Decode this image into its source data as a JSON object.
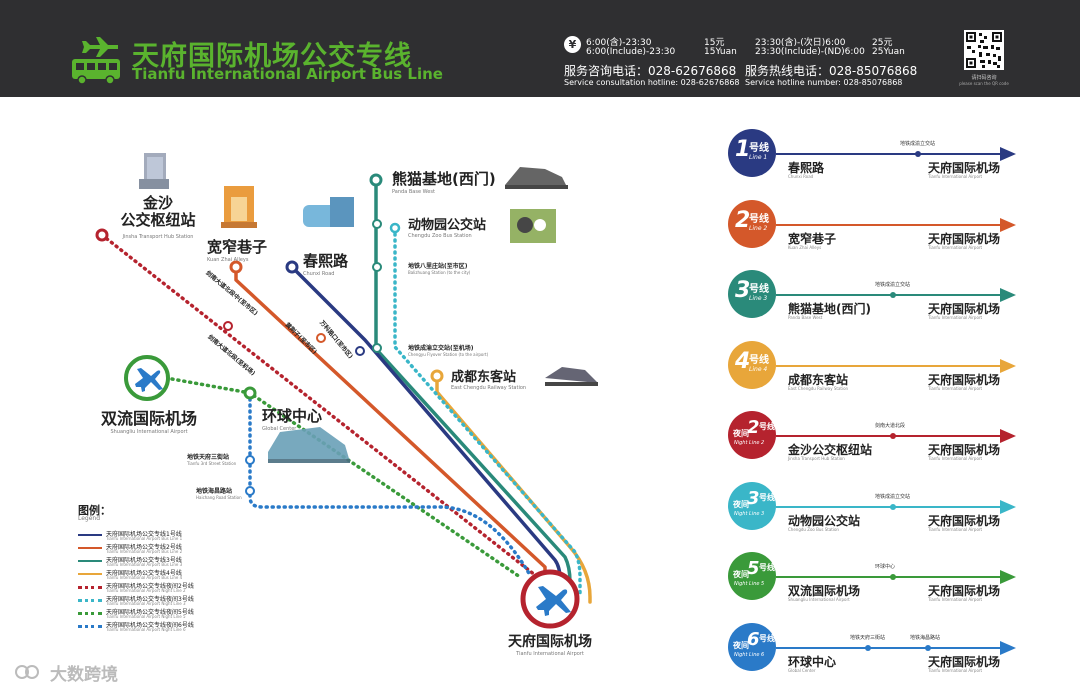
{
  "header": {
    "title_zh": "天府国际机场公交专线",
    "title_en": "Tianfu International Airport Bus Line",
    "yen_symbol": "¥",
    "fares": {
      "day_time_zh": "6:00(含)-23:30",
      "day_time_en": "6:00(Include)-23:30",
      "day_price_zh": "15元",
      "day_price_en": "15Yuan",
      "night_time_zh": "23:30(含)-(次日)6:00",
      "night_time_en": "23:30(Include)-(ND)6:00",
      "night_price_zh": "25元",
      "night_price_en": "25Yuan"
    },
    "consult_zh": "服务咨询电话：028-62676868",
    "consult_en": "Service consultation hotline: 028-62676868",
    "hotline_zh": "服务热线电话：028-85076868",
    "hotline_en": "Service hotline number: 028-85076868",
    "qr_caption": "请扫码咨询",
    "qr_caption_en": "please scan the QR code"
  },
  "map": {
    "stations": {
      "jinsha_zh": "金沙\n公交枢纽站",
      "jinsha_en": "Jinsha Transport Hub Station",
      "kuanzhai_zh": "宽窄巷子",
      "kuanzhai_en": "Kuan Zhai Alleys",
      "chunxi_zh": "春熙路",
      "chunxi_en": "Chunxi Road",
      "panda_zh": "熊猫基地(西门)",
      "panda_en": "Panda Base West",
      "zoo_zh": "动物园公交站",
      "zoo_en": "Chengdu Zoo Bus Station",
      "balizhuang_zh": "地铁八里庄站(至市区)",
      "balizhuang_en": "Balizhuang Station (to the city)",
      "chengyu_zh": "地铁成渝立交站(至机场)",
      "chengyu_en": "Chengyu Flyover Station (to the airport)",
      "east_zh": "成都东客站",
      "east_en": "East Chengdu Railway Station",
      "wanda_zh": "万科路口(至市区)",
      "wanda_en": "Wanke Road Intersection (to the city)",
      "huangjinzi_zh": "黄荆子(至市区)",
      "huangjinzi_en": "Huangjingzi (to the city)",
      "jiannan_mid_zh": "剑南大道北段中(至市区)",
      "jiannan_mid_en": "Middle Jiannan Avenue North (to the city)",
      "jiannan_n_zh": "剑南大道北段(至机场)",
      "jiannan_n_en": "Jiannan Avenue North (to the airport)",
      "shuangliu_zh": "双流国际机场",
      "shuangliu_en": "Shuangliu International Airport",
      "global_zh": "环球中心",
      "global_en": "Global Center",
      "tianfu3_zh": "地铁天府三街站",
      "tianfu3_en": "Tianfu 3rd Street Station",
      "haichang_zh": "地铁海昌路站",
      "haichang_en": "Haichang Road Station",
      "tfu_zh": "天府国际机场",
      "tfu_en": "Tianfu International Airport"
    }
  },
  "legend": {
    "title_zh": "图例：",
    "title_en": "Legend",
    "items": [
      {
        "zh": "天府国际机场公交专线1号线",
        "en": "Tianfu International Airport Bus Line 1"
      },
      {
        "zh": "天府国际机场公交专线2号线",
        "en": "Tianfu International Airport Bus Line 2"
      },
      {
        "zh": "天府国际机场公交专线3号线",
        "en": "Tianfu International Airport Bus Line 3"
      },
      {
        "zh": "天府国际机场公交专线4号线",
        "en": "Tianfu International Airport Bus Line 4"
      },
      {
        "zh": "天府国际机场公交专线夜间2号线",
        "en": "Tianfu International Airport Night Line 2"
      },
      {
        "zh": "天府国际机场公交专线夜间3号线",
        "en": "Tianfu International Airport Night Line 3"
      },
      {
        "zh": "天府国际机场公交专线夜间5号线",
        "en": "Tianfu International Airport Night Line 5"
      },
      {
        "zh": "天府国际机场公交专线夜间6号线",
        "en": "Tianfu International Airport Night Line 6"
      }
    ]
  },
  "routes": [
    {
      "num": "1",
      "hx": "号线",
      "ln": "Line 1",
      "night": false,
      "night_zh": "",
      "color": "#2a3a82",
      "from_zh": "春熙路",
      "from_en": "Chunxi Road",
      "to_zh": "天府国际机场",
      "to_en": "Tianfu International Airport",
      "mid": [
        "地铁成渝立交站"
      ],
      "mid_pos": [
        190
      ]
    },
    {
      "num": "2",
      "hx": "号线",
      "ln": "Line 2",
      "night": false,
      "night_zh": "",
      "color": "#d4582a",
      "from_zh": "宽窄巷子",
      "from_en": "Kuan Zhai Alleys",
      "to_zh": "天府国际机场",
      "to_en": "Tianfu International Airport",
      "mid": [],
      "mid_pos": []
    },
    {
      "num": "3",
      "hx": "号线",
      "ln": "Line 3",
      "night": false,
      "night_zh": "",
      "color": "#2a8a7a",
      "from_zh": "熊猫基地(西门)",
      "from_en": "Panda Base West",
      "to_zh": "天府国际机场",
      "to_en": "Tianfu International Airport",
      "mid": [
        "地铁成渝立交站"
      ],
      "mid_pos": [
        165
      ]
    },
    {
      "num": "4",
      "hx": "号线",
      "ln": "Line 4",
      "night": false,
      "night_zh": "",
      "color": "#e8a63a",
      "from_zh": "成都东客站",
      "from_en": "East Chengdu Railway Station",
      "to_zh": "天府国际机场",
      "to_en": "Tianfu International Airport",
      "mid": [],
      "mid_pos": []
    },
    {
      "num": "2",
      "hx": "号线",
      "ln": "Night Line 2",
      "night": true,
      "night_zh": "夜间",
      "color": "#b5232e",
      "from_zh": "金沙公交枢纽站",
      "from_en": "Jinsha Transport Hub Station",
      "to_zh": "天府国际机场",
      "to_en": "Tianfu International Airport",
      "mid": [
        "剑南大道北段"
      ],
      "mid_pos": [
        165
      ]
    },
    {
      "num": "3",
      "hx": "号线",
      "ln": "Night Line 3",
      "night": true,
      "night_zh": "夜间",
      "color": "#3ab6c8",
      "from_zh": "动物园公交站",
      "from_en": "Chengdu Zoo Bus Station",
      "to_zh": "天府国际机场",
      "to_en": "Tianfu International Airport",
      "mid": [
        "地铁成渝立交站"
      ],
      "mid_pos": [
        165
      ]
    },
    {
      "num": "5",
      "hx": "号线",
      "ln": "Night Line 5",
      "night": true,
      "night_zh": "夜间",
      "color": "#3a9a3a",
      "from_zh": "双流国际机场",
      "from_en": "Shuangliu International Airport",
      "to_zh": "天府国际机场",
      "to_en": "Tianfu International Airport",
      "mid": [
        "环球中心"
      ],
      "mid_pos": [
        165
      ]
    },
    {
      "num": "6",
      "hx": "号线",
      "ln": "Night Line 6",
      "night": true,
      "night_zh": "夜间",
      "color": "#2a7ac8",
      "from_zh": "环球中心",
      "from_en": "Global Center",
      "to_zh": "天府国际机场",
      "to_en": "Tianfu International Airport",
      "mid": [
        "地铁天府三街站",
        "地铁海昌路站"
      ],
      "mid_pos": [
        140,
        200
      ]
    }
  ],
  "watermark": "大数跨境",
  "colors": {
    "header_bg": "#2f2f31",
    "title_green": "#5ab32e",
    "line1": "#2a3a82",
    "line2": "#d4582a",
    "line3": "#2a8a7a",
    "line4": "#e8a63a",
    "night2": "#b5232e",
    "night3": "#3ab6c8",
    "night5": "#3a9a3a",
    "night6": "#2a7ac8"
  }
}
